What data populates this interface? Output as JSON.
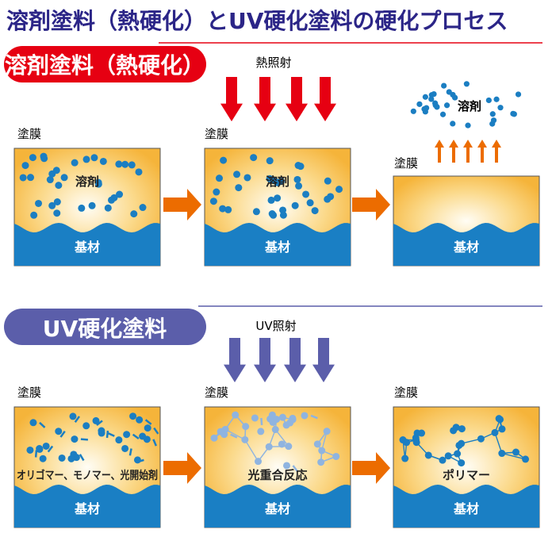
{
  "title": "溶剤塗料（熱硬化）とUV硬化塗料の硬化プロセス",
  "solvent": {
    "heading": "溶剤塗料（熱硬化）",
    "heat_label": "熱照射",
    "film_label": "塗膜",
    "solvent_label": "溶剤",
    "substrate_label": "基材"
  },
  "uv": {
    "heading": "UV硬化塗料",
    "uv_label": "UV照射",
    "film_label": "塗膜",
    "stage1_label": "オリゴマー、モノマー、光開始剤",
    "stage2_label": "光重合反応",
    "stage3_label": "ポリマー",
    "substrate_label": "基材"
  },
  "colors": {
    "title": "#2b2587",
    "red": "#e60012",
    "uv": "#5b5eaa",
    "orange": "#ec6c00",
    "dot": "#1b7ec2",
    "substrate": "#1a7fc4",
    "film": "#f6b63a"
  }
}
